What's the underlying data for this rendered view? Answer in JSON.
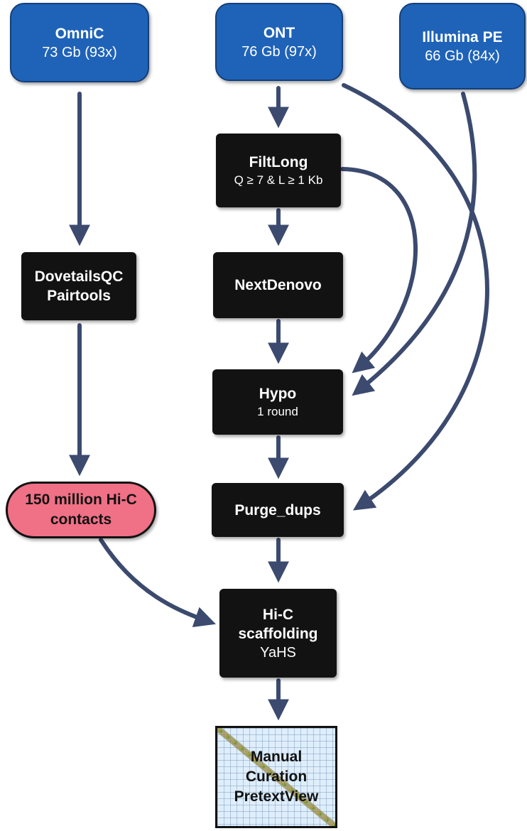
{
  "nodes": {
    "omnic": {
      "title": "OmniC",
      "sub": "73 Gb (93x)"
    },
    "ont": {
      "title": "ONT",
      "sub": "76 Gb (97x)"
    },
    "illumina": {
      "title": "Illumina PE",
      "sub": "66 Gb (84x)"
    },
    "filtlong": {
      "title": "FiltLong",
      "sub": "Q ≥ 7 & L ≥ 1 Kb"
    },
    "dovetails": {
      "line1": "DovetailsQC",
      "line2": "Pairtools"
    },
    "nextdenovo": {
      "title": "NextDenovo"
    },
    "hypo": {
      "title": "Hypo",
      "sub": "1 round"
    },
    "hic_contacts": {
      "line1": "150 million Hi-C",
      "line2": "contacts"
    },
    "purge_dups": {
      "title": "Purge_dups"
    },
    "hic_scaffolding": {
      "line1": "Hi-C",
      "line2": "scaffolding",
      "sub": "YaHS"
    },
    "manual_curation": {
      "line1": "Manual",
      "line2": "Curation",
      "line3": "PretextView"
    }
  },
  "colors": {
    "input_node": "#1f63b8",
    "process_node": "#121212",
    "contacts_node": "#f07086",
    "arrow": "#3b4a6e"
  }
}
